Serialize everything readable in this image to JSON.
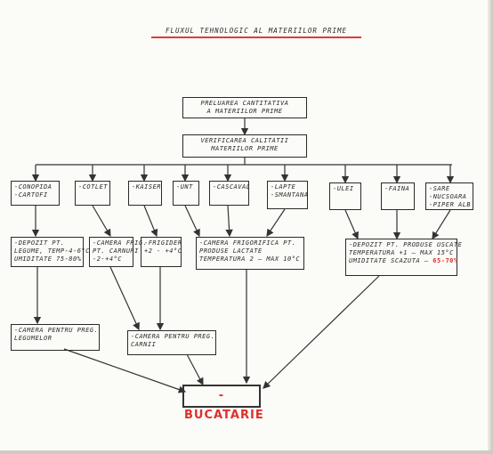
{
  "title": "FLUXUL TEHNOLOGIC AL MATERIILOR PRIME",
  "receive": [
    "PRELUAREA CANTITATIVA",
    "A MATERIILOR PRIME"
  ],
  "verify": [
    "VERIFICAREA CALITATII",
    "MATERIILOR PRIME"
  ],
  "items": {
    "cono": [
      "-CONOPIDA",
      "-CARTOFI"
    ],
    "cotlet": [
      "-COTLET"
    ],
    "kaiser": [
      "-KAISER"
    ],
    "unt": [
      "-UNT"
    ],
    "cascaval": [
      "-CASCAVAL"
    ],
    "lapte": [
      "-LAPTE",
      "-SMANTANA"
    ],
    "ulei": [
      "-ULEI"
    ],
    "faina": [
      "-FAINA"
    ],
    "sare": [
      "-SARE",
      "-NUCSOARA",
      "-PIPER ALB"
    ]
  },
  "storage": {
    "depozit_leg": [
      "-DEPOZIT PT.",
      "LEGUME, temp-4-6°C",
      "UMIDITATE 75-80%"
    ],
    "camera_frig": [
      "-CAMERA FRIG.",
      "PT. CARNURI",
      "-2-+4°C"
    ],
    "frigider": [
      "-FRIGIDER",
      "+2 - +4°C"
    ],
    "camera_lactate": [
      "-CAMERA FRIGORIFICA PT.",
      "PRODUSE LACTATE",
      "TEMPERATURA 2 — MAX 10°C"
    ],
    "depozit_uscate": [
      "-DEPOZIT PT. PRODUSE USCATE",
      "TEMPERATURA +1 — MAX 15°C",
      "UMIDITATE SCAZUTA —"
    ],
    "depozit_uscate_value": "65-70%"
  },
  "prep": {
    "legume": [
      "-CAMERA PENTRU PREG.",
      "LEGUMELOR"
    ],
    "carne": [
      "-CAMERA PENTRU PREG.",
      "CARNII"
    ]
  },
  "kitchen": "-BUCATARIE"
}
